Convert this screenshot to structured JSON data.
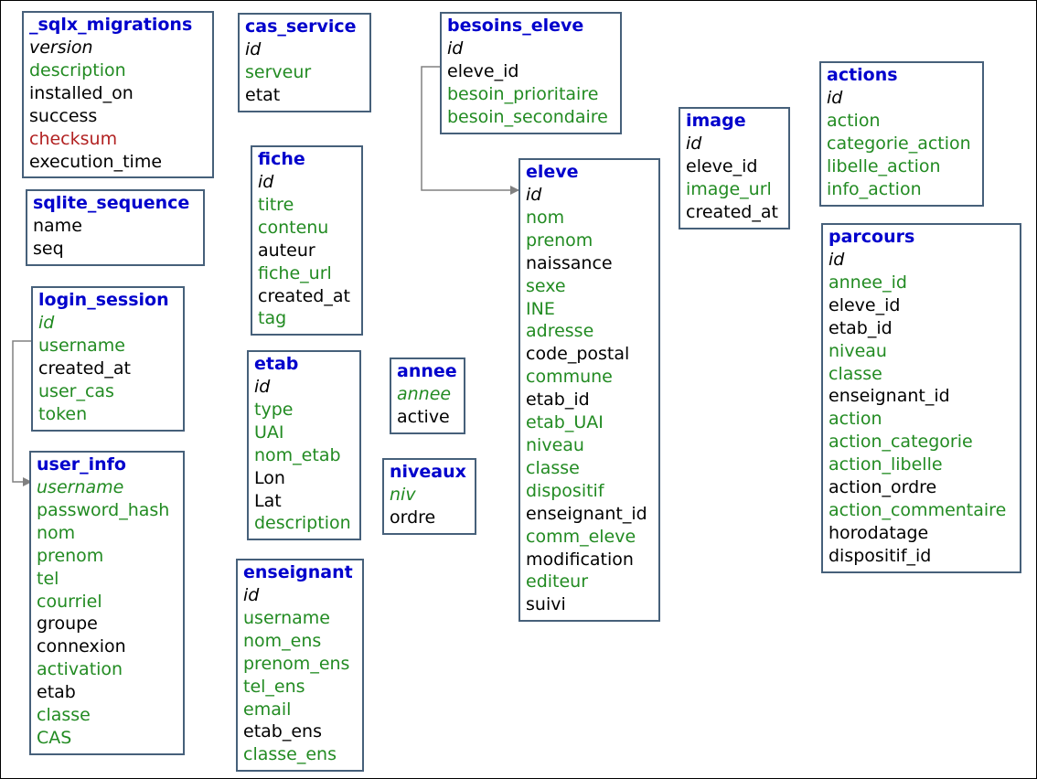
{
  "colors": {
    "title": "#0000cc",
    "key": "#000000",
    "optional": "#228b22",
    "required": "#000000",
    "checksum": "#b22222",
    "border": "#46607a",
    "link": "#808080"
  },
  "tables": [
    {
      "id": "sqlx_migrations",
      "title": "_sqlx_migrations",
      "fields": [
        {
          "text": "version",
          "style": "key"
        },
        {
          "text": "description",
          "style": "optional"
        },
        {
          "text": "installed_on",
          "style": "required"
        },
        {
          "text": "success",
          "style": "required"
        },
        {
          "text": "checksum",
          "style": "checksum"
        },
        {
          "text": "execution_time",
          "style": "required"
        }
      ]
    },
    {
      "id": "sqlite_sequence",
      "title": "sqlite_sequence",
      "fields": [
        {
          "text": "name",
          "style": "required"
        },
        {
          "text": "seq",
          "style": "required"
        }
      ]
    },
    {
      "id": "login_session",
      "title": "login_session",
      "fields": [
        {
          "text": "id",
          "style": "optional-key"
        },
        {
          "text": "username",
          "style": "optional"
        },
        {
          "text": "created_at",
          "style": "required"
        },
        {
          "text": "user_cas",
          "style": "optional"
        },
        {
          "text": "token",
          "style": "optional"
        }
      ]
    },
    {
      "id": "user_info",
      "title": "user_info",
      "fields": [
        {
          "text": "username",
          "style": "optional-key"
        },
        {
          "text": "password_hash",
          "style": "optional"
        },
        {
          "text": "nom",
          "style": "optional"
        },
        {
          "text": "prenom",
          "style": "optional"
        },
        {
          "text": "tel",
          "style": "optional"
        },
        {
          "text": "courriel",
          "style": "optional"
        },
        {
          "text": "groupe",
          "style": "required"
        },
        {
          "text": "connexion",
          "style": "required"
        },
        {
          "text": "activation",
          "style": "optional"
        },
        {
          "text": "etab",
          "style": "required"
        },
        {
          "text": "classe",
          "style": "optional"
        },
        {
          "text": "CAS",
          "style": "optional"
        }
      ]
    },
    {
      "id": "cas_service",
      "title": "cas_service",
      "fields": [
        {
          "text": "id",
          "style": "key"
        },
        {
          "text": "serveur",
          "style": "optional"
        },
        {
          "text": "etat",
          "style": "required"
        }
      ]
    },
    {
      "id": "fiche",
      "title": "fiche",
      "fields": [
        {
          "text": "id",
          "style": "key"
        },
        {
          "text": "titre",
          "style": "optional"
        },
        {
          "text": "contenu",
          "style": "optional"
        },
        {
          "text": "auteur",
          "style": "required"
        },
        {
          "text": "fiche_url",
          "style": "optional"
        },
        {
          "text": "created_at",
          "style": "required"
        },
        {
          "text": "tag",
          "style": "optional"
        }
      ]
    },
    {
      "id": "etab",
      "title": "etab",
      "fields": [
        {
          "text": "id",
          "style": "key"
        },
        {
          "text": "type",
          "style": "optional"
        },
        {
          "text": "UAI",
          "style": "optional"
        },
        {
          "text": "nom_etab",
          "style": "optional"
        },
        {
          "text": "Lon",
          "style": "required"
        },
        {
          "text": "Lat",
          "style": "required"
        },
        {
          "text": "description",
          "style": "optional"
        }
      ]
    },
    {
      "id": "enseignant",
      "title": "enseignant",
      "fields": [
        {
          "text": "id",
          "style": "key"
        },
        {
          "text": "username",
          "style": "optional"
        },
        {
          "text": "nom_ens",
          "style": "optional"
        },
        {
          "text": "prenom_ens",
          "style": "optional"
        },
        {
          "text": "tel_ens",
          "style": "optional"
        },
        {
          "text": "email",
          "style": "optional"
        },
        {
          "text": "etab_ens",
          "style": "required"
        },
        {
          "text": "classe_ens",
          "style": "optional"
        }
      ]
    },
    {
      "id": "besoins_eleve",
      "title": "besoins_eleve",
      "fields": [
        {
          "text": "id",
          "style": "key"
        },
        {
          "text": "eleve_id",
          "style": "required"
        },
        {
          "text": "besoin_prioritaire",
          "style": "optional"
        },
        {
          "text": "besoin_secondaire",
          "style": "optional"
        }
      ]
    },
    {
      "id": "annee",
      "title": "annee",
      "fields": [
        {
          "text": "annee",
          "style": "optional-key"
        },
        {
          "text": "active",
          "style": "required"
        }
      ]
    },
    {
      "id": "niveaux",
      "title": "niveaux",
      "fields": [
        {
          "text": "niv",
          "style": "optional-key"
        },
        {
          "text": "ordre",
          "style": "required"
        }
      ]
    },
    {
      "id": "eleve",
      "title": "eleve",
      "fields": [
        {
          "text": "id",
          "style": "key"
        },
        {
          "text": "nom",
          "style": "optional"
        },
        {
          "text": "prenom",
          "style": "optional"
        },
        {
          "text": "naissance",
          "style": "required"
        },
        {
          "text": "sexe",
          "style": "optional"
        },
        {
          "text": "INE",
          "style": "optional"
        },
        {
          "text": "adresse",
          "style": "optional"
        },
        {
          "text": "code_postal",
          "style": "required"
        },
        {
          "text": "commune",
          "style": "optional"
        },
        {
          "text": "etab_id",
          "style": "required"
        },
        {
          "text": "etab_UAI",
          "style": "optional"
        },
        {
          "text": "niveau",
          "style": "optional"
        },
        {
          "text": "classe",
          "style": "optional"
        },
        {
          "text": "dispositif",
          "style": "optional"
        },
        {
          "text": "enseignant_id",
          "style": "required"
        },
        {
          "text": "comm_eleve",
          "style": "optional"
        },
        {
          "text": "modification",
          "style": "required"
        },
        {
          "text": "editeur",
          "style": "optional"
        },
        {
          "text": "suivi",
          "style": "required"
        }
      ]
    },
    {
      "id": "image",
      "title": "image",
      "fields": [
        {
          "text": "id",
          "style": "key"
        },
        {
          "text": "eleve_id",
          "style": "required"
        },
        {
          "text": "image_url",
          "style": "optional"
        },
        {
          "text": "created_at",
          "style": "required"
        }
      ]
    },
    {
      "id": "actions",
      "title": "actions",
      "fields": [
        {
          "text": "id",
          "style": "key"
        },
        {
          "text": "action",
          "style": "optional"
        },
        {
          "text": "categorie_action",
          "style": "optional"
        },
        {
          "text": "libelle_action",
          "style": "optional"
        },
        {
          "text": "info_action",
          "style": "optional"
        }
      ]
    },
    {
      "id": "parcours",
      "title": "parcours",
      "fields": [
        {
          "text": "id",
          "style": "key"
        },
        {
          "text": "annee_id",
          "style": "optional"
        },
        {
          "text": "eleve_id",
          "style": "required"
        },
        {
          "text": "etab_id",
          "style": "required"
        },
        {
          "text": "niveau",
          "style": "optional"
        },
        {
          "text": "classe",
          "style": "optional"
        },
        {
          "text": "enseignant_id",
          "style": "required"
        },
        {
          "text": "action",
          "style": "optional"
        },
        {
          "text": "action_categorie",
          "style": "optional"
        },
        {
          "text": "action_libelle",
          "style": "optional"
        },
        {
          "text": "action_ordre",
          "style": "required"
        },
        {
          "text": "action_commentaire",
          "style": "optional"
        },
        {
          "text": "horodatage",
          "style": "required"
        },
        {
          "text": "dispositif_id",
          "style": "required"
        }
      ]
    }
  ],
  "relations": [
    {
      "from": "besoins_eleve.eleve_id",
      "to": "eleve.id"
    },
    {
      "from": "login_session.username",
      "to": "user_info.username"
    }
  ]
}
